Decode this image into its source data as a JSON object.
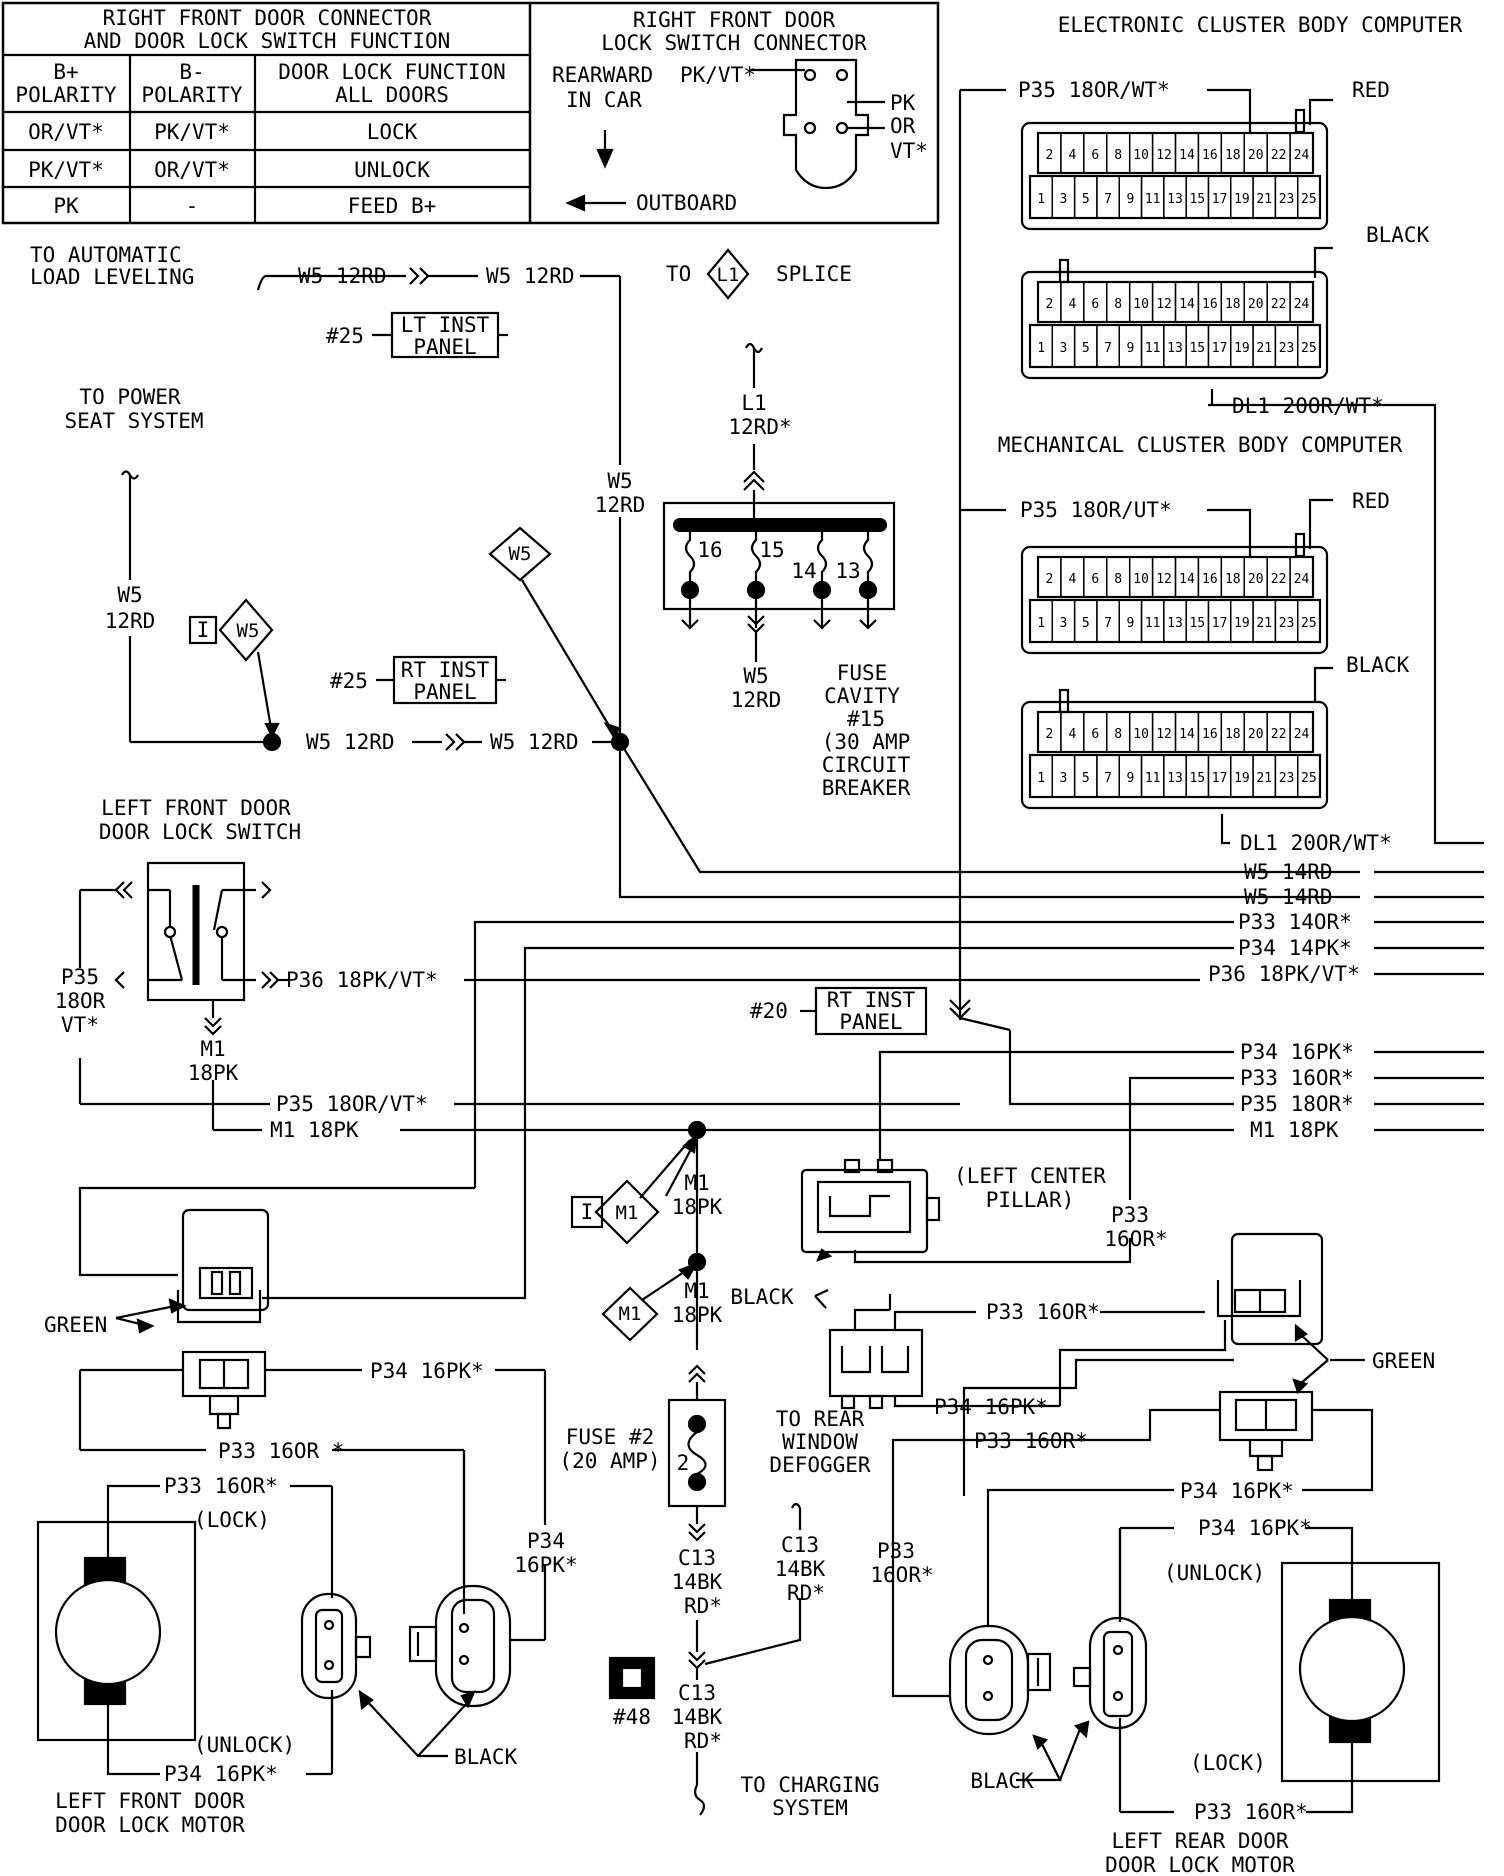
{
  "table": {
    "title1": "RIGHT FRONT DOOR CONNECTOR",
    "title2": "AND DOOR LOCK SWITCH FUNCTION",
    "headers": [
      [
        "B+",
        "POLARITY"
      ],
      [
        "B-",
        "POLARITY"
      ],
      [
        "DOOR LOCK FUNCTION",
        "ALL DOORS"
      ]
    ],
    "rows": [
      [
        "OR/VT*",
        "PK/VT*",
        "LOCK"
      ],
      [
        "PK/VT*",
        "OR/VT*",
        "UNLOCK"
      ],
      [
        "PK",
        "-",
        "FEED B+"
      ]
    ]
  },
  "rf_switch_connector": {
    "title1": "RIGHT FRONT DOOR",
    "title2": "LOCK SWITCH CONNECTOR",
    "rearward1": "REARWARD",
    "rearward2": "IN CAR",
    "wire_top": "PK/VT*",
    "pin_pk": "PK",
    "pin_or": "OR",
    "pin_vt": "VT*",
    "outboard": "OUTBOARD"
  },
  "clusters": {
    "electronic_title": "ELECTRONIC CLUSTER BODY COMPUTER",
    "mechanical_title": "MECHANICAL CLUSTER BODY COMPUTER",
    "red": "RED",
    "black": "BLACK",
    "ec_p35": "P35 18OR/WT*",
    "ec_dl1": "DL1 20OR/WT*",
    "mc_p35": "P35 18OR/UT*",
    "mc_dl1": "DL1 20OR/WT*",
    "top_pins": [
      "2",
      "4",
      "6",
      "8",
      "10",
      "12",
      "14",
      "16",
      "18",
      "20",
      "22",
      "24"
    ],
    "bottom_pins": [
      "1",
      "3",
      "5",
      "7",
      "9",
      "11",
      "13",
      "15",
      "17",
      "19",
      "21",
      "23",
      "25"
    ]
  },
  "upper_left": {
    "auto_leveling1": "TO AUTOMATIC",
    "auto_leveling2": "LOAD LEVELING",
    "w5_12rd": "W5 12RD",
    "w5": "W5",
    "rd12": "12RD",
    "ref25": "#25",
    "lt_inst1": "LT INST",
    "lt_inst2": "PANEL",
    "rt_inst1": "RT INST",
    "rt_inst2": "PANEL",
    "power_seat1": "TO POWER",
    "power_seat2": "SEAT SYSTEM",
    "splice_to": "TO",
    "splice_id": "L1",
    "splice_label": "SPLICE",
    "l1": "L1",
    "l1_wire": "12RD*",
    "conn_i": "I"
  },
  "fuse_block": {
    "pins": [
      "16",
      "15",
      "14",
      "13"
    ],
    "fuse1": "FUSE",
    "fuse2": "CAVITY",
    "fuse3": "#15",
    "fuse4": "(30 AMP",
    "fuse5": "CIRCUIT",
    "fuse6": "BREAKER"
  },
  "bus": {
    "w5_14rd": "W5 14RD",
    "p33_14or": "P33 14OR*",
    "p34_14pk": "P34 14PK*",
    "p36_18pkvt": "P36 18PK/VT*",
    "p34_16pk": "P34 16PK*",
    "p33_16or": "P33 16OR*",
    "p35_18or": "P35 18OR*",
    "m1_18pk": "M1 18PK",
    "ref20": "#20"
  },
  "left_front_switch": {
    "title1": "LEFT FRONT DOOR",
    "title2": "DOOR LOCK SWITCH",
    "p35": "P35",
    "p35w": "18OR",
    "p35c": "VT*",
    "p36": "P36 18PK/VT*",
    "m1": "M1",
    "m1w": "18PK",
    "p35_wire": "P35 18OR/VT*",
    "m1_wire": "M1 18PK"
  },
  "center": {
    "m1": "M1",
    "m1w": "18PK",
    "conn_i": "I",
    "fuse1": "FUSE #2",
    "fuse2": "(20 AMP)",
    "fuse_num": "2",
    "c13": "C13",
    "c13w": "14BK",
    "c13c": "RD*",
    "ref48": "#48",
    "charging1": "TO CHARGING",
    "charging2": "SYSTEM"
  },
  "pillar": {
    "label1": "(LEFT CENTER",
    "label2": "PILLAR)",
    "black": "BLACK",
    "defog1": "TO REAR",
    "defog2": "WINDOW",
    "defog3": "DEFOGGER",
    "p33": "P33",
    "p33w": "16OR*",
    "p33_wire": "P33 16OR*",
    "p34_wire": "P34 16PK*"
  },
  "left_front_motor": {
    "green": "GREEN",
    "p34_16pk": "P34 16PK*",
    "p33_16or": "P33 16OR *",
    "p33_16or_b": "P33 16OR*",
    "lock": "(LOCK)",
    "unlock": "(UNLOCK)",
    "p34": "P34",
    "p34w": "16PK*",
    "black": "BLACK",
    "title1": "LEFT FRONT DOOR",
    "title2": "DOOR LOCK MOTOR"
  },
  "left_rear_motor": {
    "green": "GREEN",
    "p33_16or": "P33 16OR*",
    "p34_16pk": "P34 16PK*",
    "p33": "P33",
    "p33w": "16OR*",
    "unlock": "(UNLOCK)",
    "lock": "(LOCK)",
    "black": "BLACK",
    "title1": "LEFT REAR DOOR",
    "title2": "DOOR LOCK MOTOR"
  }
}
